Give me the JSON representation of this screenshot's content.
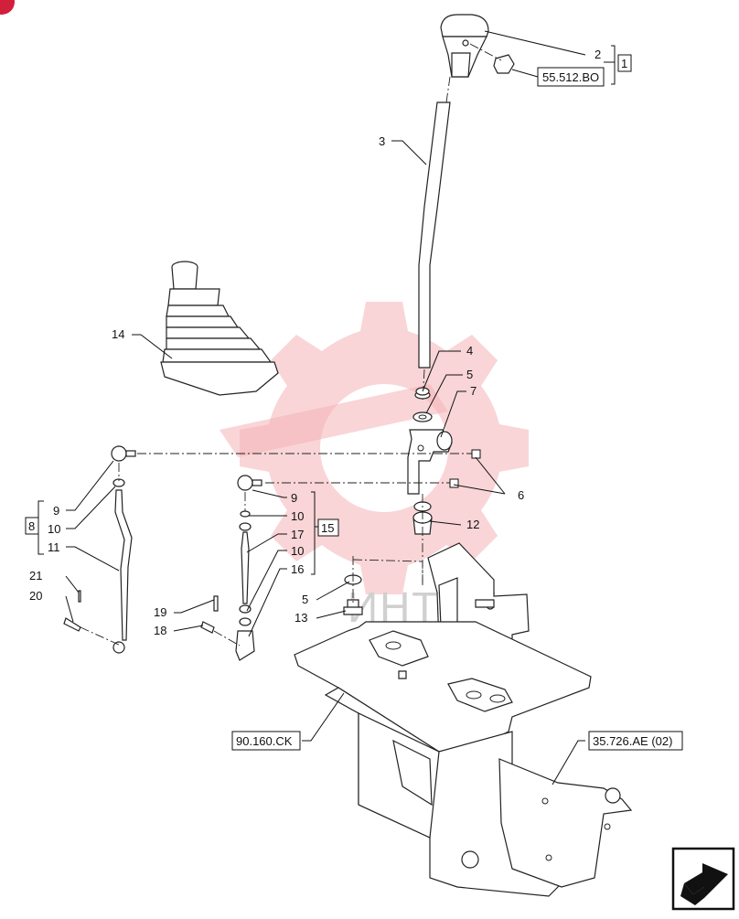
{
  "watermark": {
    "text": "ИНТЕХ",
    "color": "#f08088"
  },
  "corner_badge": {
    "color": "#d21f3c"
  },
  "callouts": {
    "c2": "2",
    "c3": "3",
    "c4": "4",
    "c5a": "5",
    "c7": "7",
    "c6": "6",
    "c12": "12",
    "c14": "14",
    "c9a": "9",
    "c10a": "10",
    "c11": "11",
    "c21": "21",
    "c20": "20",
    "c9b": "9",
    "c10b": "10",
    "c17": "17",
    "c10c": "10",
    "c16": "16",
    "c5b": "5",
    "c13": "13",
    "c19": "19",
    "c18": "18"
  },
  "references": {
    "ref_55512": "55.512.BO",
    "ref_1": "1",
    "ref_15": "15",
    "ref_8": "8",
    "ref_90160": "90.160.CK",
    "ref_35726": "35.726.AE (02)"
  },
  "nav_icon": "next-page-arrow-icon"
}
